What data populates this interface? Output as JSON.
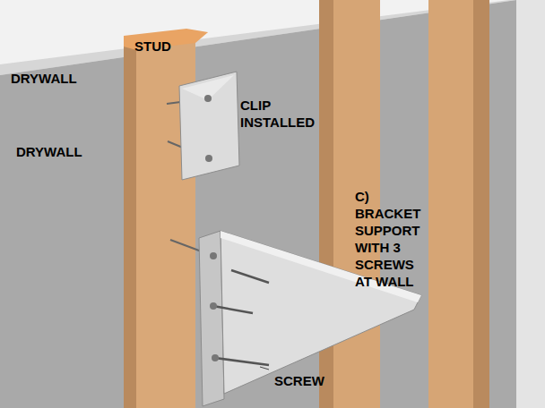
{
  "diagram": {
    "labels": [
      "STUD",
      "DRYWALL",
      "DRYWALL",
      "CLIP INSTALLED",
      "C) BRACKET SUPPORT WITH 3 SCREWS AT WALL",
      "SCREW"
    ]
  }
}
